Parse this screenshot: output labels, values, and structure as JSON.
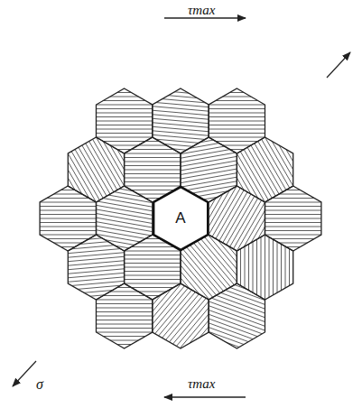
{
  "diagram": {
    "nodes": [
      {
        "text": [
          "A"
        ]
      }
    ],
    "labels": [
      "τmax",
      "τmax",
      "σ"
    ]
  }
}
